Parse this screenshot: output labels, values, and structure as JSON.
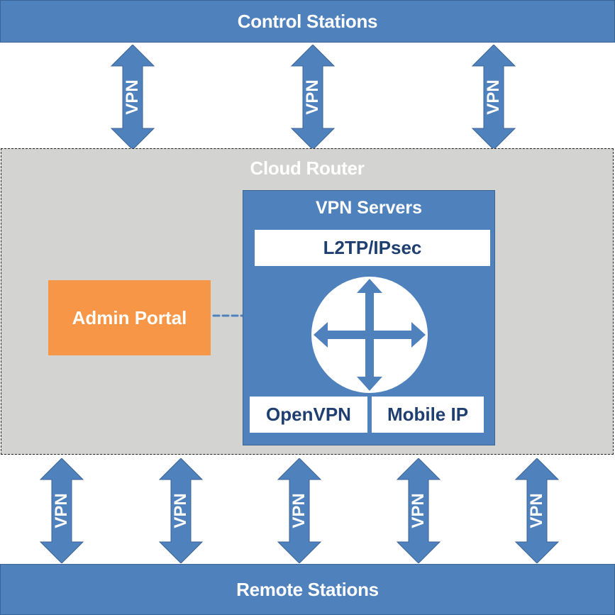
{
  "control_stations": {
    "label": "Control Stations"
  },
  "remote_stations": {
    "label": "Remote Stations"
  },
  "cloud_router": {
    "label": "Cloud Router"
  },
  "vpn_servers": {
    "title": "VPN Servers",
    "protocols": {
      "l2tp": "L2TP/IPsec",
      "openvpn": "OpenVPN",
      "mobile_ip": "Mobile IP"
    },
    "router_icon": "four-way-arrow-icon"
  },
  "admin_portal": {
    "label": "Admin Portal"
  },
  "top_links": [
    {
      "label": "VPN"
    },
    {
      "label": "VPN"
    },
    {
      "label": "VPN"
    }
  ],
  "bottom_links": [
    {
      "label": "VPN"
    },
    {
      "label": "VPN"
    },
    {
      "label": "VPN"
    },
    {
      "label": "VPN"
    },
    {
      "label": "VPN"
    }
  ],
  "colors": {
    "primary_blue": "#4f81bd",
    "dark_text_blue": "#1f3f70",
    "cloud_gray": "#d3d3d1",
    "admin_orange": "#f79646"
  }
}
